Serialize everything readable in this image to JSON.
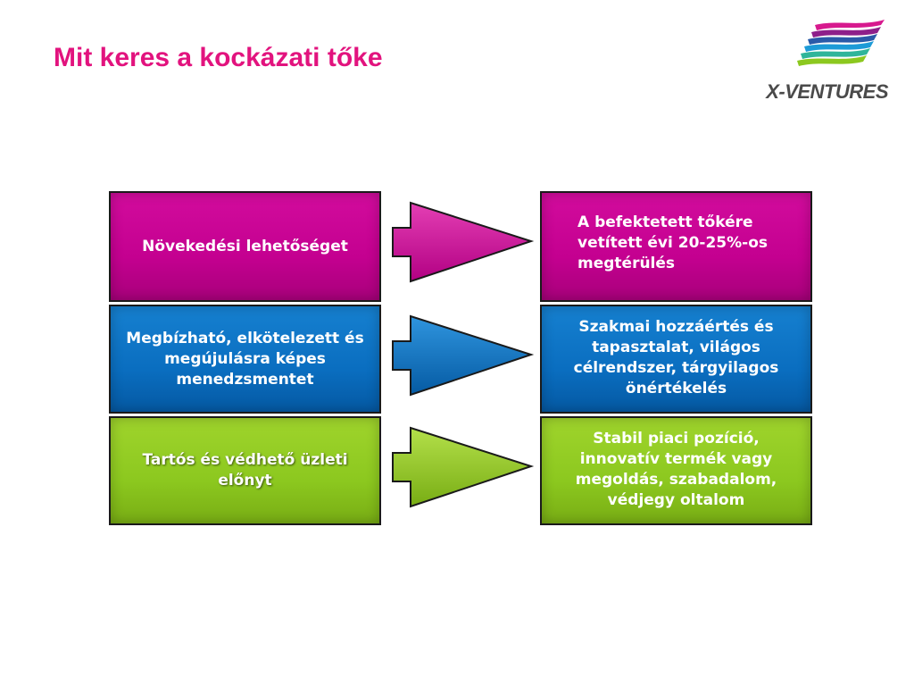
{
  "slide": {
    "title": "Mit keres a kockázati tőke",
    "logo_text": "X-VENTURES"
  },
  "rows": [
    {
      "left": "Növekedési lehetőséget",
      "right": "A befektetett tőkére vetített évi 20-25%-os megtérülés",
      "color": "#c8008f"
    },
    {
      "left": "Megbízható, elkötelezett és megújulásra képes menedzsmentet",
      "right": "Szakmai hozzáértés és tapasztalat, világos célrendszer, tárgyilagos önértékelés",
      "color": "#0a6ec0"
    },
    {
      "left": "Tartós és védhető üzleti előnyt",
      "right": "Stabil piaci pozíció, innovatív termék vagy megoldás, szabadalom, védjegy oltalom",
      "color": "#8cc81f"
    }
  ],
  "icons": {
    "logo": "x-ventures-logo-icon",
    "arrow": "right-arrow-icon"
  }
}
